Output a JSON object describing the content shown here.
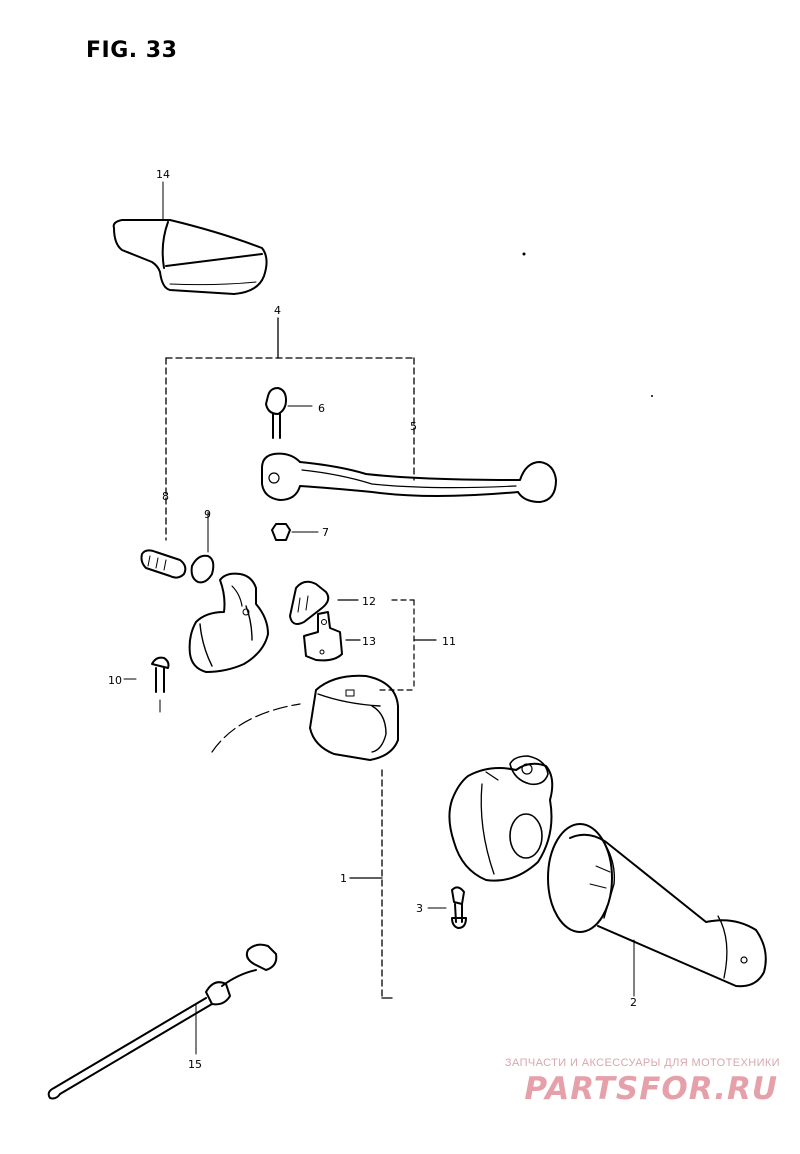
{
  "figure": {
    "title": "FIG. 33"
  },
  "callouts": {
    "c14": "14",
    "c4": "4",
    "c6": "6",
    "c5": "5",
    "c8": "8",
    "c9": "9",
    "c7": "7",
    "c12": "12",
    "c13": "13",
    "c11": "11",
    "c10": "10",
    "c3": "3",
    "c1": "1",
    "c2": "2",
    "c15": "15"
  },
  "watermark": {
    "tagline": "ЗАПЧАСТИ И АКСЕССУАРЫ ДЛЯ МОТОТЕХНИКИ",
    "logo": "PARTSFOR.RU"
  }
}
